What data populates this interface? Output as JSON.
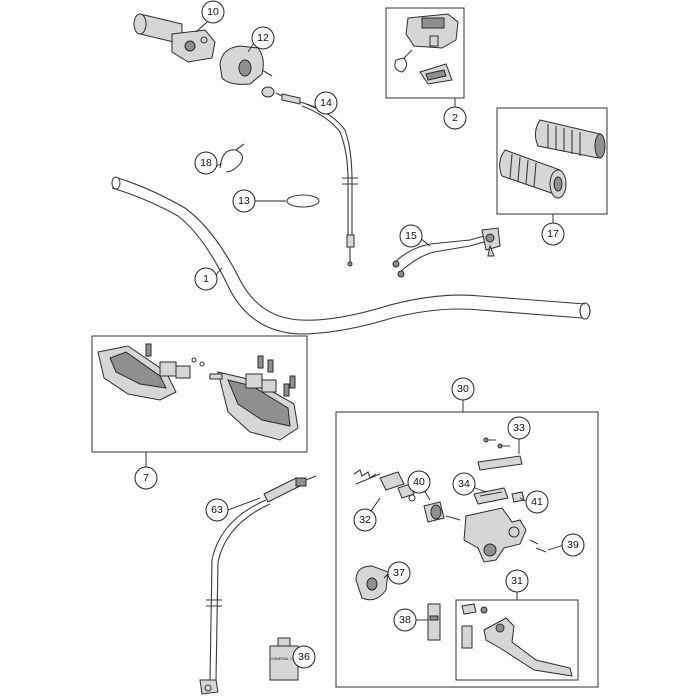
{
  "callouts": {
    "c10": "10",
    "c12": "12",
    "c2": "2",
    "c14": "14",
    "c18": "18",
    "c17": "17",
    "c13": "13",
    "c15": "15",
    "c1": "1",
    "c7": "7",
    "c30": "30",
    "c33": "33",
    "c40": "40",
    "c34": "34",
    "c41": "41",
    "c32": "32",
    "c39": "39",
    "c63": "63",
    "c37": "37",
    "c31": "31",
    "c38": "38",
    "c36": "36"
  },
  "oil_label": "MINERAL OIL"
}
